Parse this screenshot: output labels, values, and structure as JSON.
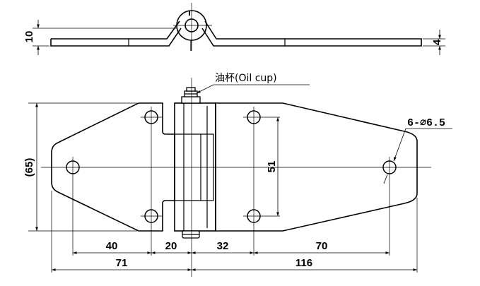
{
  "top_view": {
    "height_dim": "10",
    "thickness_dim": "4"
  },
  "callouts": {
    "oil_cup": "油杯(Oil cup)",
    "holes": "6-∅6.5"
  },
  "dimensions": {
    "overall_height": "(65)",
    "hole_spacing_vertical": "51",
    "d40": "40",
    "d20": "20",
    "d32": "32",
    "d70": "70",
    "d71": "71",
    "d116": "116"
  }
}
